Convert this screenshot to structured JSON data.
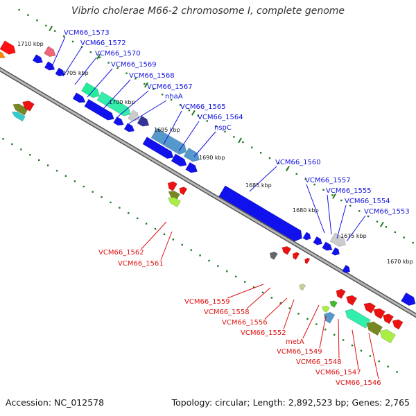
{
  "title": "Vibrio cholerae M66-2 chromosome I, complete genome",
  "footer": {
    "accession": "Accession: NC_012578",
    "summary": "Topology: circular; Length: 2,892,523 bp; Genes: 2,765"
  },
  "colors": {
    "forward_label": "#1111dd",
    "reverse_label": "#dd1111",
    "backbone": "#7a7a7a",
    "tick": "#1f7a1f"
  },
  "ticks": [
    "1710 kbp",
    "1705 kbp",
    "1700 kbp",
    "1695 kbp",
    "1690 kbp",
    "1685 kbp",
    "1680 kbp",
    "1675 kbp",
    "1670 kbp"
  ],
  "forward_labels": [
    "VCM66_1573",
    "VCM66_1572",
    "VCM66_1570",
    "VCM66_1569",
    "VCM66_1568",
    "VCM66_1567",
    "nhaA",
    "VCM66_1565",
    "VCM66_1564",
    "nspC",
    "VCM66_1560",
    "VCM66_1557",
    "VCM66_1555",
    "VCM66_1554",
    "VCM66_1553"
  ],
  "reverse_labels": [
    "VCM66_1562",
    "VCM66_1561",
    "VCM66_1559",
    "VCM66_1558",
    "VCM66_1556",
    "VCM66_1552",
    "metA",
    "VCM66_1549",
    "VCM66_1548",
    "VCM66_1547",
    "VCM66_1546"
  ]
}
